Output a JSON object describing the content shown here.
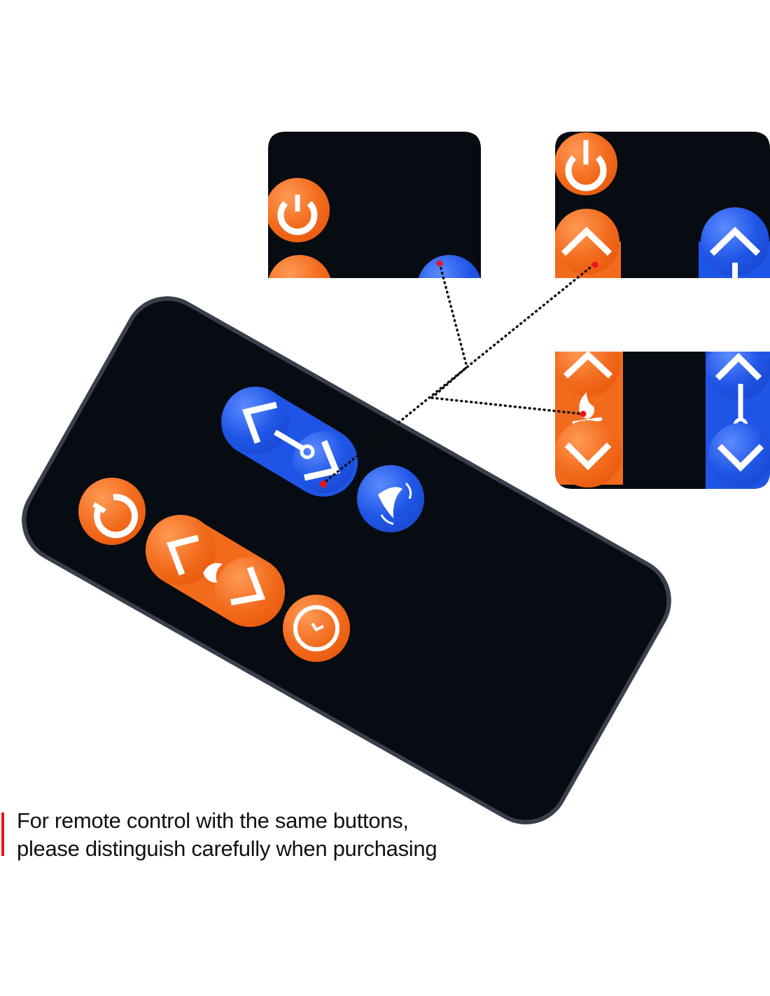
{
  "caption": {
    "line1": "For remote control with the same buttons,",
    "line2": "please distinguish carefully when purchasing"
  },
  "colors": {
    "remote_body": "#070b12",
    "remote_rim": "#2a2f3a",
    "orange": "#f26b1d",
    "blue": "#1f55e6",
    "marker": "#e8141c",
    "caption_bar": "#e8141c"
  },
  "remote_buttons": [
    {
      "icon": "timer-up-down-icon",
      "color": "blue"
    },
    {
      "icon": "fan-heat-icon",
      "color": "blue"
    },
    {
      "icon": "power-icon",
      "color": "orange"
    },
    {
      "icon": "flame-up-down-icon",
      "color": "orange"
    },
    {
      "icon": "clock-icon",
      "color": "orange"
    }
  ],
  "detail_panels": [
    {
      "name": "variant-a",
      "icons": [
        "power-icon",
        "up-arrow-icon",
        "timer-up-icon"
      ]
    },
    {
      "name": "variant-b",
      "icons": [
        "power-icon",
        "up-arrow-icon",
        "timer-up-icon"
      ]
    },
    {
      "name": "variant-c",
      "icons": [
        "flame-up-down-icon",
        "timer-up-down-icon"
      ]
    }
  ]
}
